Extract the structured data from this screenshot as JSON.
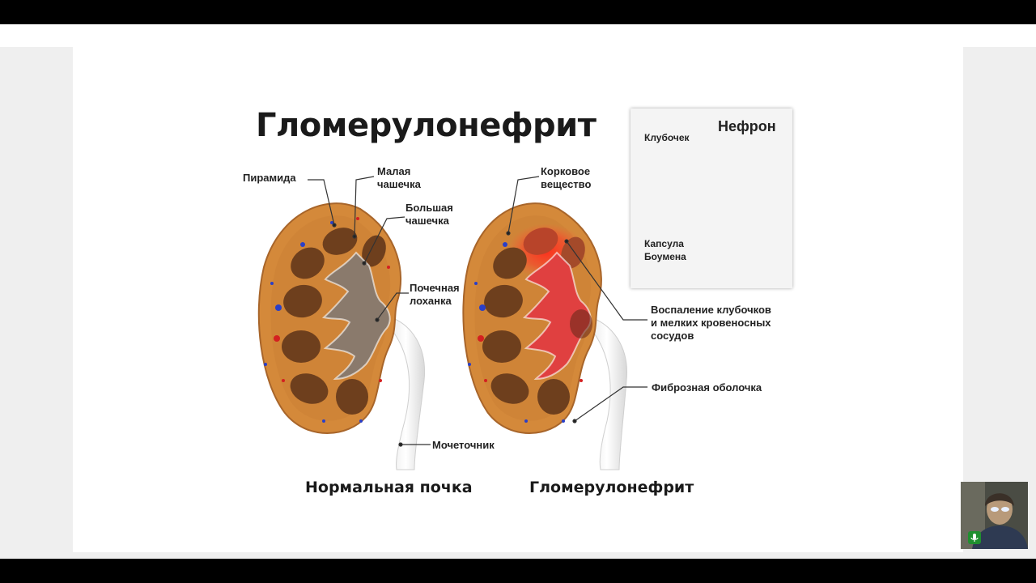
{
  "slide": {
    "title": "Гломерулонефрит",
    "labels": {
      "pyramid": "Пирамида",
      "minor_calyx": "Малая\nчашечка",
      "major_calyx": "Большая\nчашечка",
      "renal_pelvis": "Почечная\nлоханка",
      "ureter": "Мочеточник",
      "cortex": "Корковое\nвещество",
      "inflammation": "Воспаление клубочков\nи мелких кровеносных\nсосудов",
      "fibrous_capsule": "Фиброзная оболочка"
    },
    "captions": {
      "normal": "Нормальная почка",
      "disease": "Гломерулонефрит"
    },
    "inset": {
      "title": "Нефрон",
      "glomerulus": "Клубочек",
      "bowman_capsule": "Капсула\nБоумена"
    }
  },
  "colors": {
    "kidney_outer": "#d4893a",
    "pyramid": "#6b3d1c",
    "pelvis_normal": "#8a7a6c",
    "pelvis_inflamed": "#e04040",
    "artery": "#d42020",
    "vein": "#2a3fc8"
  },
  "webcam": {
    "icon": "microphone-icon"
  }
}
